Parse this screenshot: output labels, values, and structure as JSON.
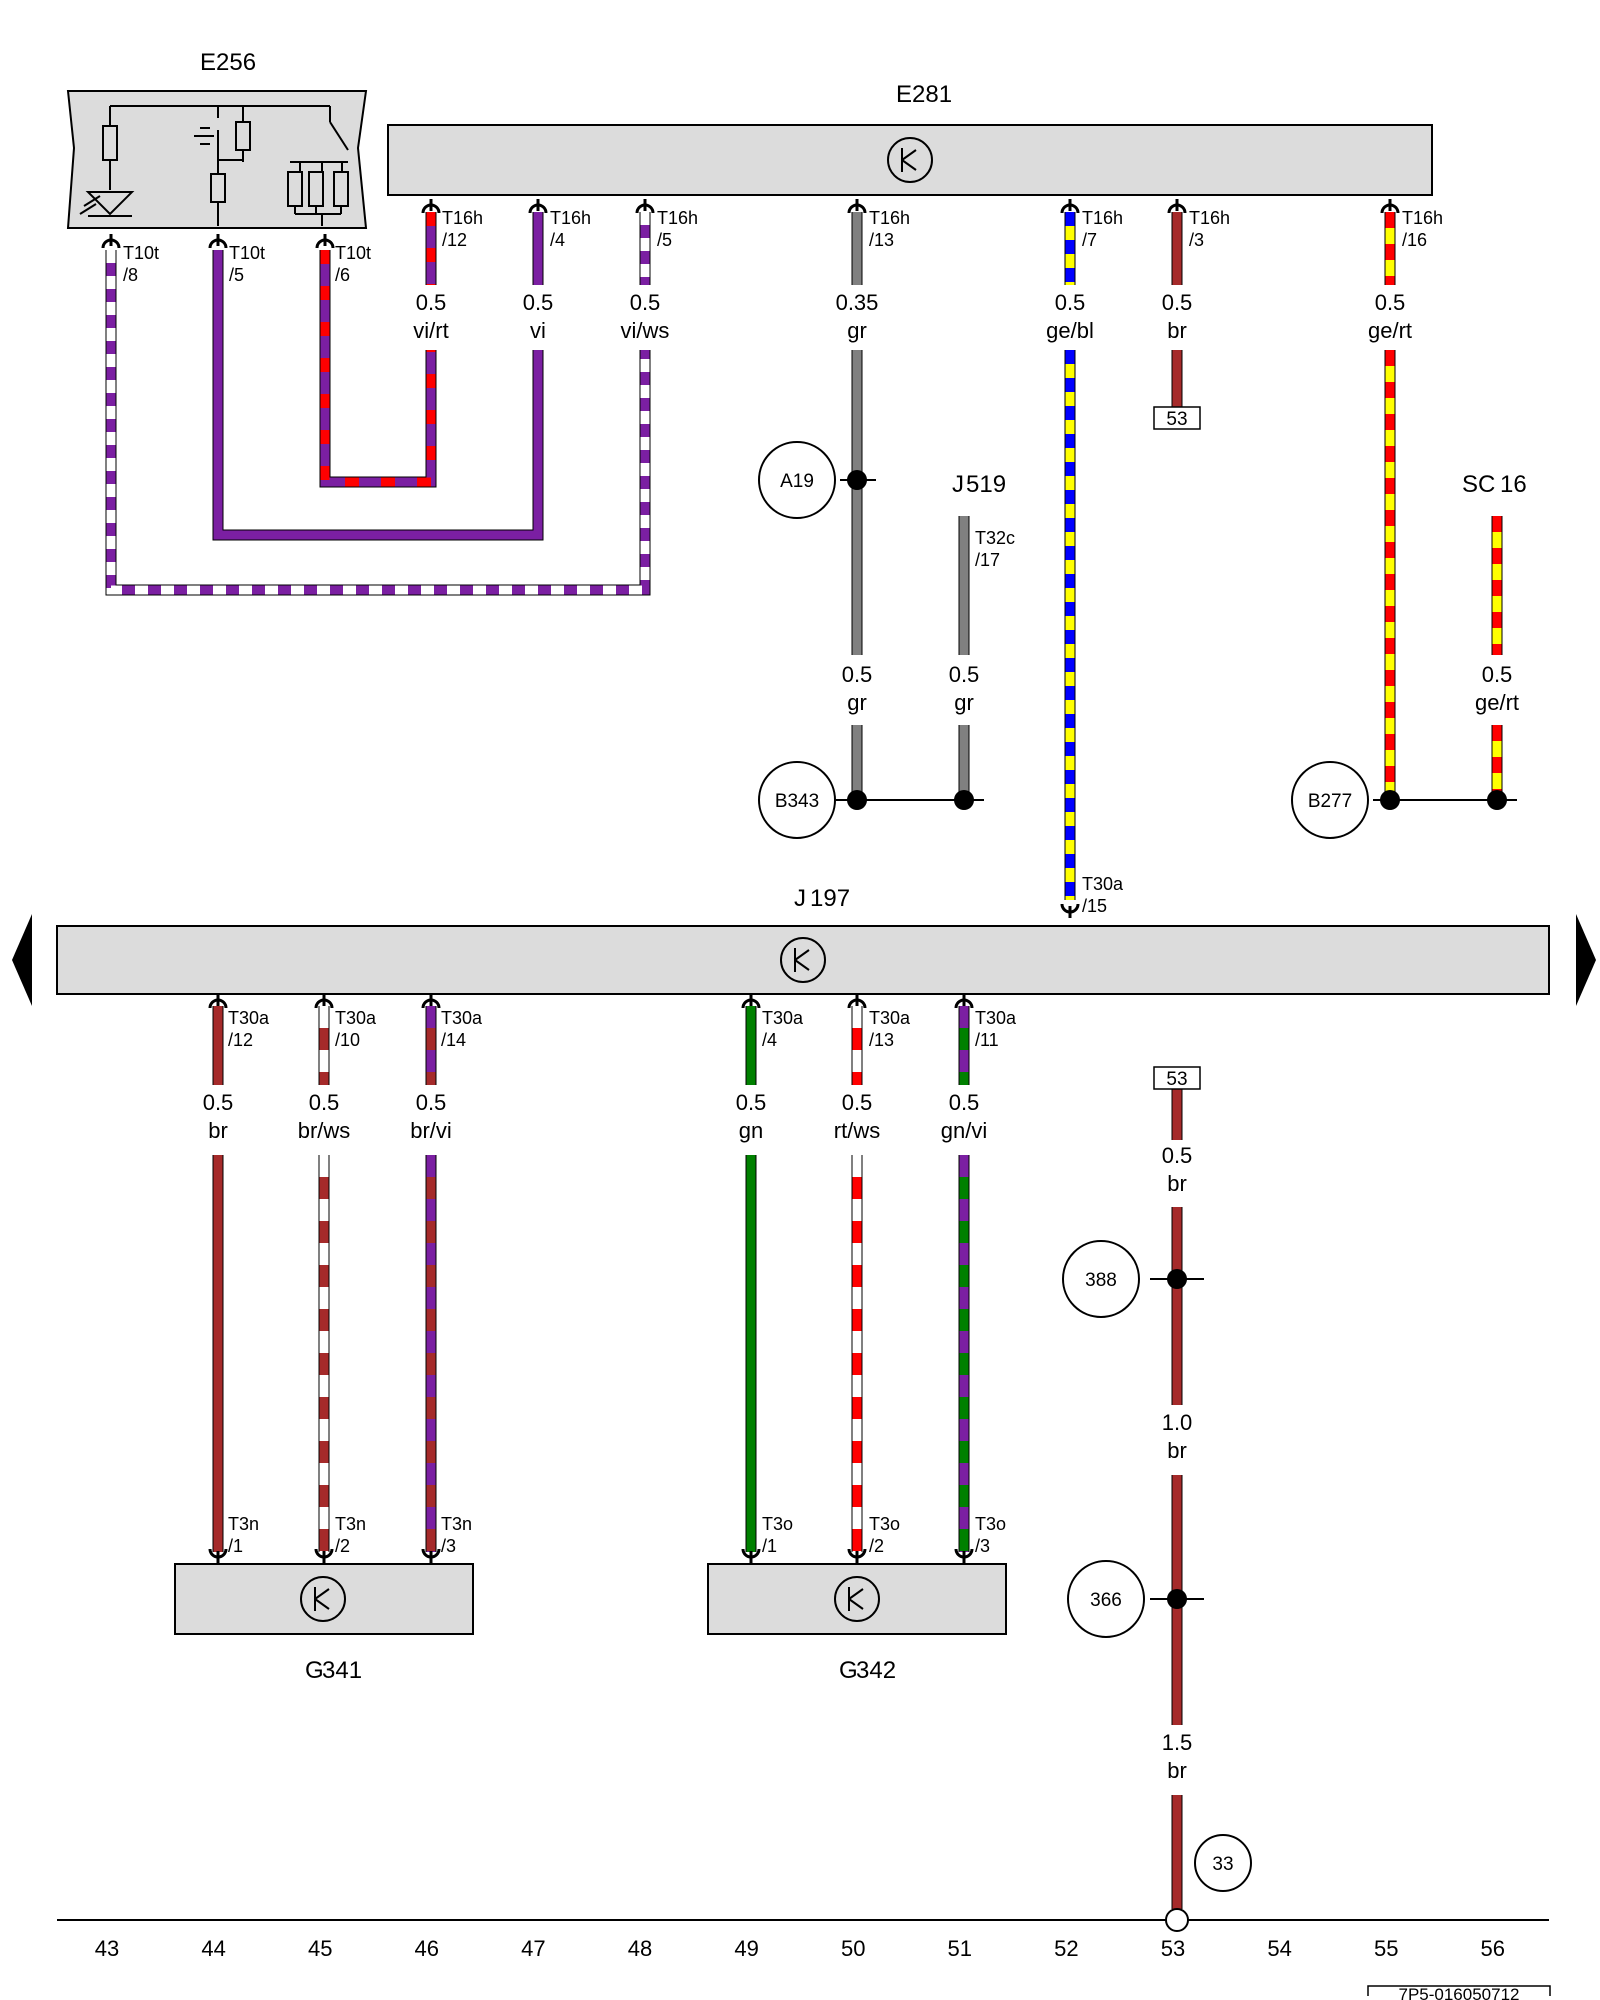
{
  "components": {
    "E256": {
      "main": "E",
      "sub": "256"
    },
    "E281": {
      "main": "E",
      "sub": "281"
    },
    "J519": {
      "main": "J",
      "sub": "519"
    },
    "SC16": {
      "main": "SC",
      "sub": "16"
    },
    "J197": {
      "main": "J",
      "sub": "197"
    },
    "G341": {
      "main": "G",
      "sub": "341"
    },
    "G342": {
      "main": "G",
      "sub": "342"
    }
  },
  "pins": {
    "e256_8": {
      "conn": "T10t",
      "num": "/8"
    },
    "e256_5": {
      "conn": "T10t",
      "num": "/5"
    },
    "e256_6": {
      "conn": "T10t",
      "num": "/6"
    },
    "e281_12": {
      "conn": "T16h",
      "num": "/12"
    },
    "e281_4": {
      "conn": "T16h",
      "num": "/4"
    },
    "e281_5": {
      "conn": "T16h",
      "num": "/5"
    },
    "e281_13": {
      "conn": "T16h",
      "num": "/13"
    },
    "e281_7": {
      "conn": "T16h",
      "num": "/7"
    },
    "e281_3": {
      "conn": "T16h",
      "num": "/3"
    },
    "e281_16": {
      "conn": "T16h",
      "num": "/16"
    },
    "j519_17": {
      "conn": "T32c",
      "num": "/17"
    },
    "j197_15": {
      "conn": "T30a",
      "num": "/15"
    },
    "j197_12": {
      "conn": "T30a",
      "num": "/12"
    },
    "j197_10": {
      "conn": "T30a",
      "num": "/10"
    },
    "j197_14": {
      "conn": "T30a",
      "num": "/14"
    },
    "j197_4": {
      "conn": "T30a",
      "num": "/4"
    },
    "j197_13": {
      "conn": "T30a",
      "num": "/13"
    },
    "j197_11": {
      "conn": "T30a",
      "num": "/11"
    },
    "g341_1": {
      "conn": "T3n",
      "num": "/1"
    },
    "g341_2": {
      "conn": "T3n",
      "num": "/2"
    },
    "g341_3": {
      "conn": "T3n",
      "num": "/3"
    },
    "g342_1": {
      "conn": "T3o",
      "num": "/1"
    },
    "g342_2": {
      "conn": "T3o",
      "num": "/2"
    },
    "g342_3": {
      "conn": "T3o",
      "num": "/3"
    }
  },
  "wires": {
    "vi_rt": {
      "size": "0.5",
      "color": "vi/rt"
    },
    "vi": {
      "size": "0.5",
      "color": "vi"
    },
    "vi_ws": {
      "size": "0.5",
      "color": "vi/ws"
    },
    "gr_top": {
      "size": "0.35",
      "color": "gr"
    },
    "ge_bl": {
      "size": "0.5",
      "color": "ge/bl"
    },
    "br_top": {
      "size": "0.5",
      "color": "br"
    },
    "ge_rt": {
      "size": "0.5",
      "color": "ge/rt"
    },
    "gr_a": {
      "size": "0.5",
      "color": "gr"
    },
    "gr_b": {
      "size": "0.5",
      "color": "gr"
    },
    "ge_rt_sc": {
      "size": "0.5",
      "color": "ge/rt"
    },
    "br_44": {
      "size": "0.5",
      "color": "br"
    },
    "br_ws": {
      "size": "0.5",
      "color": "br/ws"
    },
    "br_vi": {
      "size": "0.5",
      "color": "br/vi"
    },
    "gn": {
      "size": "0.5",
      "color": "gn"
    },
    "rt_ws": {
      "size": "0.5",
      "color": "rt/ws"
    },
    "gn_vi": {
      "size": "0.5",
      "color": "gn/vi"
    },
    "br_53a": {
      "size": "0.5",
      "color": "br"
    },
    "br_53b": {
      "size": "1.0",
      "color": "br"
    },
    "br_53c": {
      "size": "1.5",
      "color": "br"
    }
  },
  "nodes": {
    "A19": "A19",
    "B343": "B343",
    "B277": "B277",
    "n388": "388",
    "n366": "366",
    "n33": "33"
  },
  "refs": {
    "top53": "53",
    "bot53": "53"
  },
  "grid": [
    "43",
    "44",
    "45",
    "46",
    "47",
    "48",
    "49",
    "50",
    "51",
    "52",
    "53",
    "54",
    "55",
    "56"
  ],
  "doc_id": "7P5-016050712",
  "colors": {
    "vi": "#7b1fa2",
    "rt": "#ff0000",
    "ws": "#ffffff",
    "gr": "#808080",
    "ge": "#ffff00",
    "bl": "#0000ff",
    "br": "#a52a2a",
    "gn": "#008000",
    "component_fill": "#dcdcdc"
  }
}
